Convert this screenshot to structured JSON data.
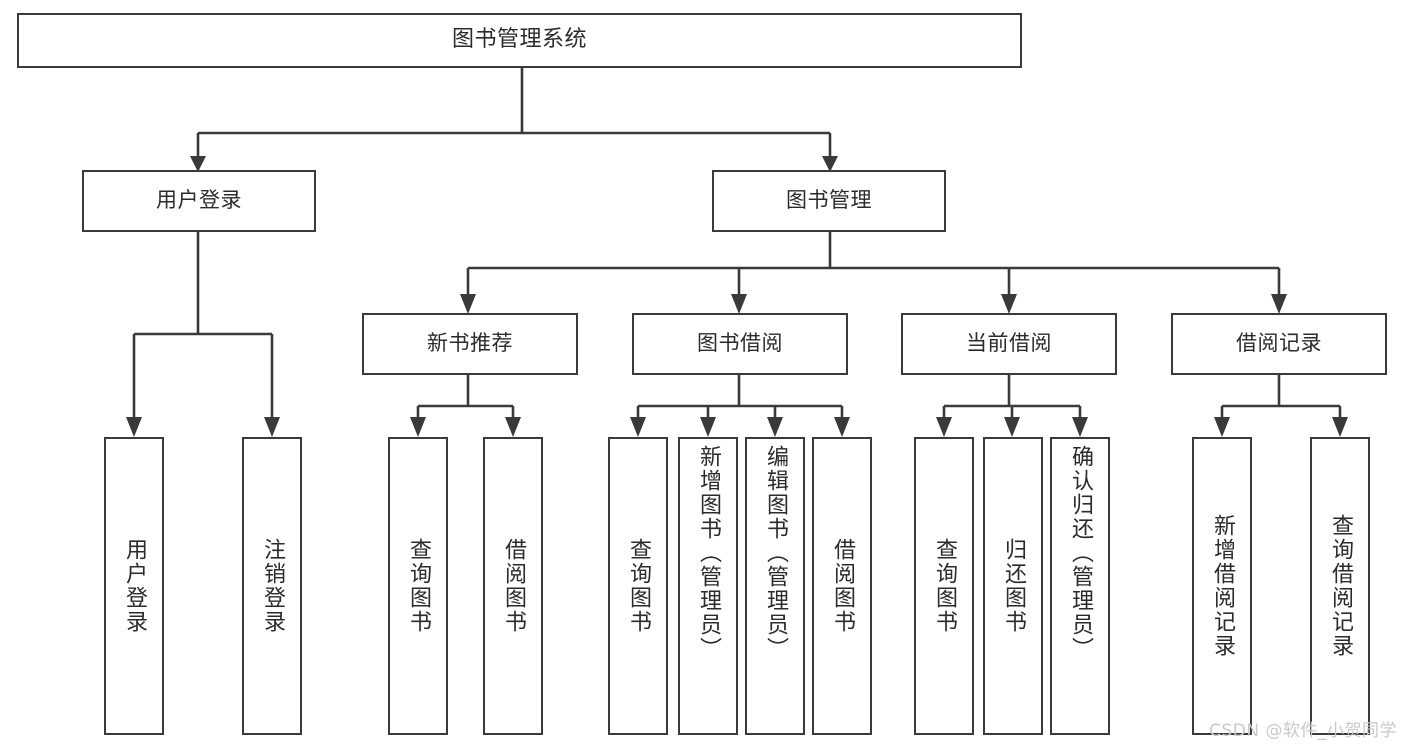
{
  "diagram": {
    "title": "图书管理系统",
    "type": "tree-hierarchy-chart",
    "root": {
      "label": "图书管理系统"
    },
    "level2": [
      {
        "label": "用户登录"
      },
      {
        "label": "图书管理"
      }
    ],
    "level3": [
      {
        "label": "新书推荐"
      },
      {
        "label": "图书借阅"
      },
      {
        "label": "当前借阅"
      },
      {
        "label": "借阅记录"
      }
    ],
    "leaves": {
      "user_login": [
        {
          "label": "用户登录"
        },
        {
          "label": "注销登录"
        }
      ],
      "new_book_recommend": [
        {
          "label": "查询图书"
        },
        {
          "label": "借阅图书"
        }
      ],
      "book_borrow": [
        {
          "label": "查询图书"
        },
        {
          "label": "新增图书（管理员）"
        },
        {
          "label": "编辑图书（管理员）"
        },
        {
          "label": "借阅图书"
        }
      ],
      "current_borrow": [
        {
          "label": "查询图书"
        },
        {
          "label": "归还图书"
        },
        {
          "label": "确认归还（管理员）"
        }
      ],
      "borrow_record": [
        {
          "label": "新增借阅记录"
        },
        {
          "label": "查询借阅记录"
        }
      ]
    }
  },
  "watermark": {
    "text": "CSDN @软件_小贺同学"
  },
  "colors": {
    "stroke": "#3a3a3a",
    "text": "#2b2b2b",
    "background": "#ffffff",
    "watermark": "#c9c9c9"
  }
}
